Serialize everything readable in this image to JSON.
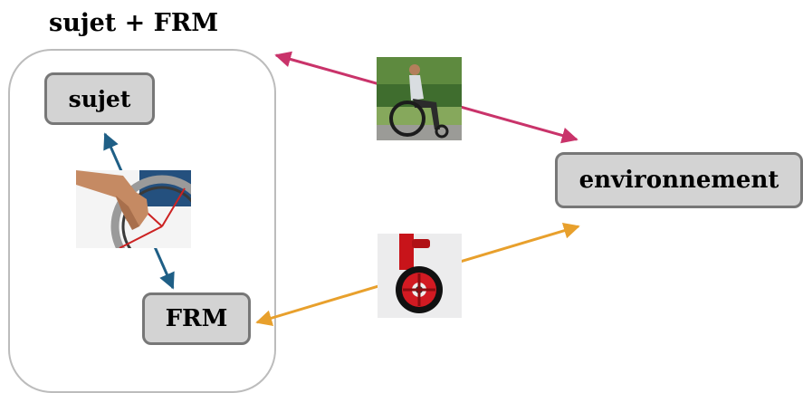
{
  "group": {
    "title": "sujet + FRM"
  },
  "nodes": {
    "sujet": "sujet",
    "frm": "FRM",
    "environnement": "environnement"
  },
  "colors": {
    "subject_frm_link": "#1f5f86",
    "subject_env_link": "#c9336a",
    "frm_env_link": "#e8a02c",
    "node_fill": "#d3d3d3",
    "node_border": "#777777",
    "group_border": "#bcbcbc"
  },
  "images": {
    "hand_on_wheel": "photo-hand-pushing-wheelchair-rim",
    "rider": "photo-person-in-wheelchair-outdoors",
    "caster": "photo-red-wheelchair-caster-wheel"
  }
}
